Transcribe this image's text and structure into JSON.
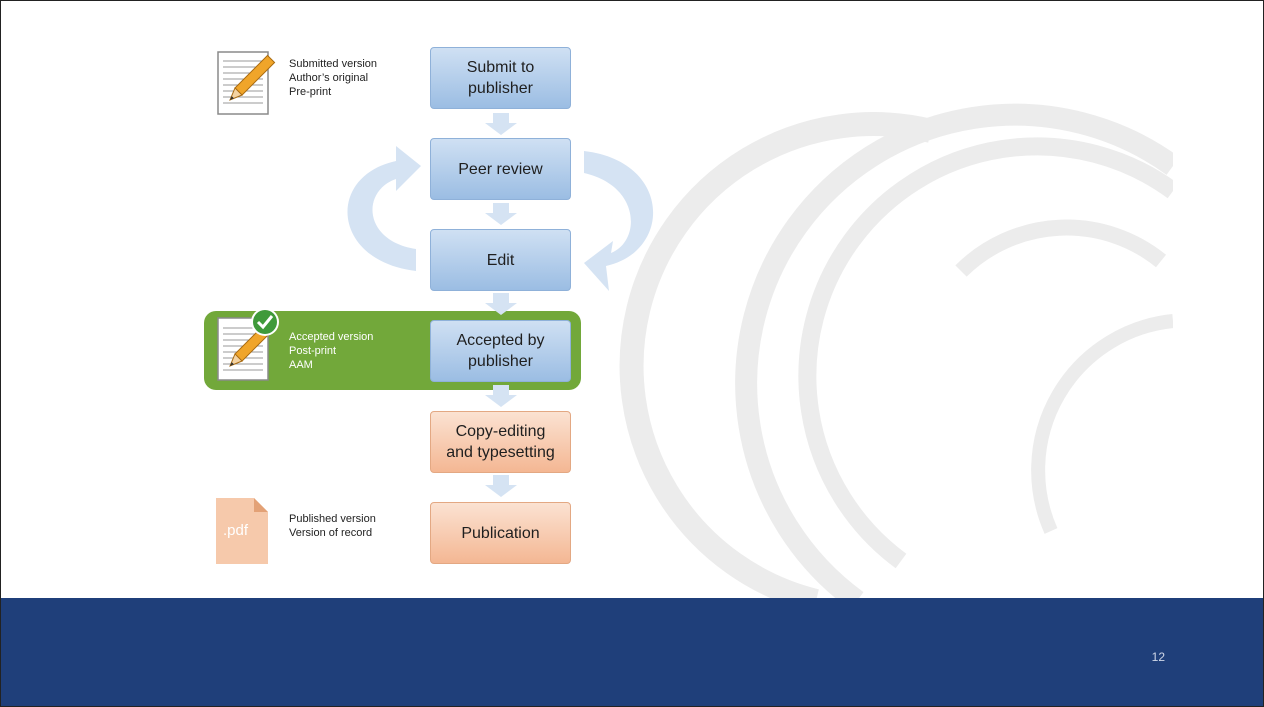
{
  "steps": {
    "submit": "Submit to\npublisher",
    "peer_review": "Peer review",
    "edit": "Edit",
    "accepted": "Accepted by\npublisher",
    "copyedit": "Copy-editing\nand typesetting",
    "publication": "Publication"
  },
  "notes": {
    "submitted": [
      "Submitted version",
      "Author’s original",
      "Pre-print"
    ],
    "accepted": [
      "Accepted version",
      "Post-print",
      "AAM"
    ],
    "published": [
      "Published version",
      "Version of record"
    ]
  },
  "pdf_label": ".pdf",
  "page_number": "12",
  "colors": {
    "footer": "#1f3f7a",
    "step_blue": "#b4cfee",
    "step_orange": "#f7c9ad",
    "highlight_green": "#72a83a"
  }
}
